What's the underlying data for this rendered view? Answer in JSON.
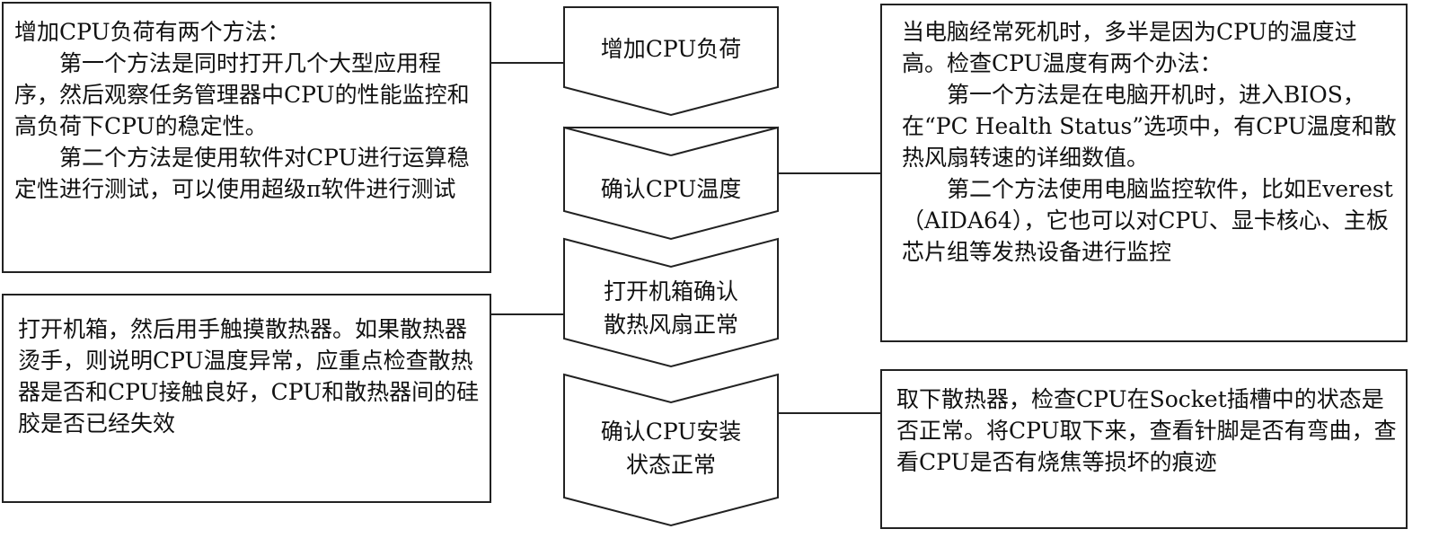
{
  "steps": [
    {
      "lines": [
        "增加CPU负荷"
      ]
    },
    {
      "lines": [
        "确认CPU温度"
      ]
    },
    {
      "lines": [
        "打开机箱确认",
        "散热风扇正常"
      ]
    },
    {
      "lines": [
        "确认CPU安装",
        "状态正常"
      ]
    }
  ],
  "notes": {
    "cpu_load": {
      "heading": "增加CPU负荷有两个方法：",
      "method1": "第一个方法是同时打开几个大型应用程序，然后观察任务管理器中CPU的性能监控和高负荷下CPU的稳定性。",
      "method2": "第二个方法是使用软件对CPU进行运算稳定性进行测试，可以使用超级π软件进行测试"
    },
    "cpu_temp": {
      "heading": "当电脑经常死机时，多半是因为CPU的温度过高。检查CPU温度有两个办法：",
      "method1": "第一个方法是在电脑开机时，进入BIOS，在“PC Health Status”选项中，有CPU温度和散热风扇转速的详细数值。",
      "method2": "第二个方法使用电脑监控软件，比如Everest（AIDA64），它也可以对CPU、显卡核心、主板芯片组等发热设备进行监控"
    },
    "fan_check": {
      "text": "打开机箱，然后用手触摸散热器。如果散热器烫手，则说明CPU温度异常，应重点检查散热器是否和CPU接触良好，CPU和散热器间的硅胶是否已经失效"
    },
    "install_check": {
      "text": "取下散热器，检查CPU在Socket插槽中的状态是否正常。将CPU取下来，查看针脚是否有弯曲，查看CPU是否有烧焦等损坏的痕迹"
    }
  },
  "colors": {
    "stroke": "#222222",
    "fill": "#ffffff",
    "text": "#111111"
  }
}
